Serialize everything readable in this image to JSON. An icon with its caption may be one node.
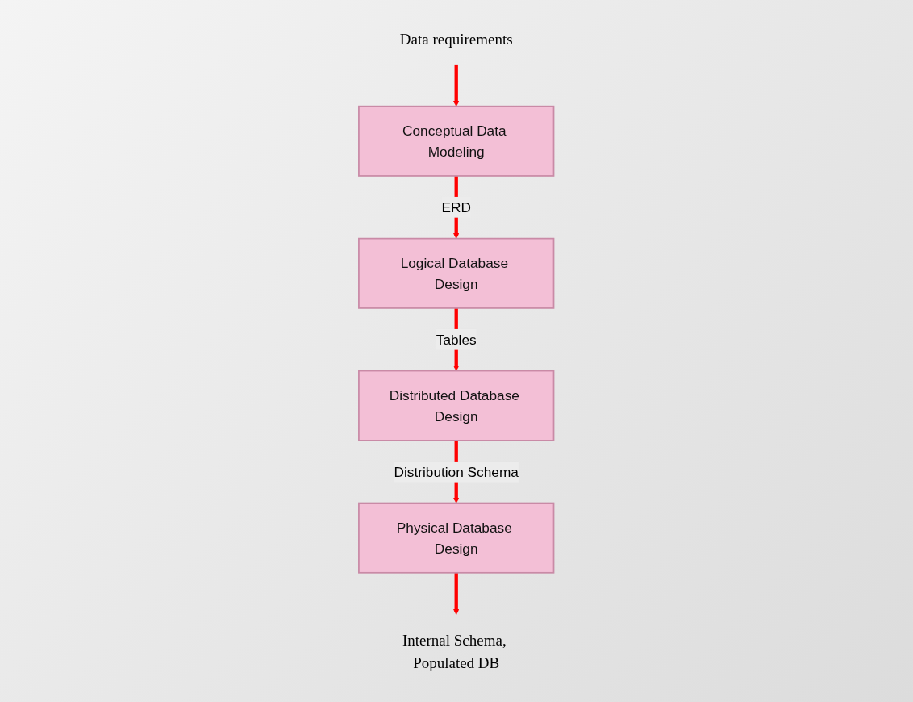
{
  "diagram": {
    "nodes": [
      {
        "text": [
          "Data requirements"
        ]
      },
      {
        "text": [
          "Conceptual Data Modeling"
        ]
      },
      {
        "text": [
          "Logical Database Design"
        ]
      },
      {
        "text": [
          "Distributed Database Design"
        ]
      },
      {
        "text": [
          "Physical Database Design"
        ]
      },
      {
        "text": [
          "Internal Schema, Populated DB"
        ]
      }
    ],
    "edges": [
      {
        "from": 0,
        "to": 1,
        "arrow": "to"
      },
      {
        "from": 1,
        "to": 2,
        "arrow": "to",
        "label": "ERD"
      },
      {
        "from": 2,
        "to": 3,
        "arrow": "to",
        "label": "Tables"
      },
      {
        "from": 3,
        "to": 4,
        "arrow": "to",
        "label": "Distribution Schema"
      },
      {
        "from": 4,
        "to": 5,
        "arrow": "to"
      }
    ]
  }
}
